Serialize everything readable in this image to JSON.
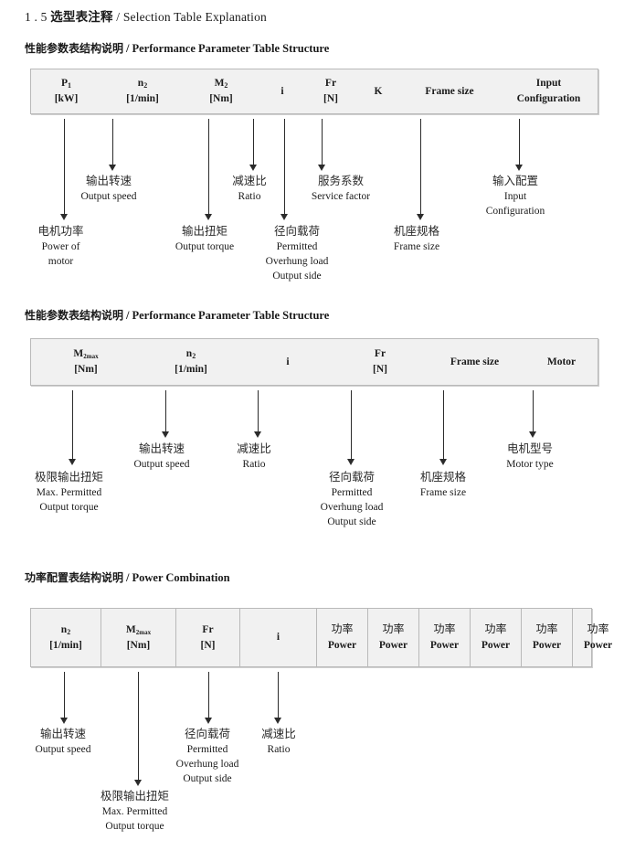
{
  "page": {
    "title_number": "1 . 5",
    "title_cn": "选型表注释",
    "title_sep": "/",
    "title_en": "Selection Table Explanation"
  },
  "sections": [
    {
      "heading_cn": "性能参数表结构说明",
      "heading_sep": "/",
      "heading_en": "Performance Parameter Table Structure",
      "columns": [
        {
          "line1": "P",
          "sub1": "1",
          "line2": "[kW]"
        },
        {
          "line1": "n",
          "sub1": "2",
          "line2": "[1/min]"
        },
        {
          "line1": "M",
          "sub1": "2",
          "line2": "[Nm]"
        },
        {
          "line1": "i",
          "sub1": "",
          "line2": ""
        },
        {
          "line1": "Fr",
          "sub1": "",
          "line2": "[N]"
        },
        {
          "line1": "K",
          "sub1": "",
          "line2": ""
        },
        {
          "line1": "Frame size",
          "sub1": "",
          "line2": ""
        },
        {
          "line1": "Input",
          "sub1": "",
          "line2": "Configuration"
        }
      ],
      "annotations": [
        {
          "cn": "电机功率",
          "en": [
            "Power of",
            "motor"
          ]
        },
        {
          "cn": "输出转速",
          "en": [
            "Output speed"
          ]
        },
        {
          "cn": "输出扭矩",
          "en": [
            "Output torque"
          ]
        },
        {
          "cn": "减速比",
          "en": [
            "Ratio"
          ]
        },
        {
          "cn": "径向载荷",
          "en": [
            "Permitted",
            "Overhung load",
            "Output side"
          ]
        },
        {
          "cn": "服务系数",
          "en": [
            "Service factor"
          ]
        },
        {
          "cn": "机座规格",
          "en": [
            "Frame size"
          ]
        },
        {
          "cn": "输入配置",
          "en": [
            "Input",
            "Configuration"
          ]
        }
      ]
    },
    {
      "heading_cn": "性能参数表结构说明",
      "heading_sep": "/",
      "heading_en": "Performance Parameter Table Structure",
      "columns": [
        {
          "line1": "M",
          "sub1": "2max",
          "line2": "[Nm]"
        },
        {
          "line1": "n",
          "sub1": "2",
          "line2": "[1/min]"
        },
        {
          "line1": "i",
          "sub1": "",
          "line2": ""
        },
        {
          "line1": "Fr",
          "sub1": "",
          "line2": "[N]"
        },
        {
          "line1": "Frame size",
          "sub1": "",
          "line2": ""
        },
        {
          "line1": "Motor",
          "sub1": "",
          "line2": ""
        }
      ],
      "annotations": [
        {
          "cn": "极限输出扭矩",
          "en": [
            "Max. Permitted",
            "Output  torque"
          ]
        },
        {
          "cn": "输出转速",
          "en": [
            "Output speed"
          ]
        },
        {
          "cn": "减速比",
          "en": [
            "Ratio"
          ]
        },
        {
          "cn": "径向载荷",
          "en": [
            "Permitted",
            "Overhung load",
            "Output side"
          ]
        },
        {
          "cn": "机座规格",
          "en": [
            "Frame size"
          ]
        },
        {
          "cn": "电机型号",
          "en": [
            "Motor type"
          ]
        }
      ]
    },
    {
      "heading_cn": "功率配置表结构说明",
      "heading_sep": "/",
      "heading_en": "Power Combination",
      "columns": [
        {
          "line1": "n",
          "sub1": "2",
          "line2": "[1/min]"
        },
        {
          "line1": "M",
          "sub1": "2max",
          "line2": "[Nm]"
        },
        {
          "line1": "Fr",
          "sub1": "",
          "line2": "[N]"
        },
        {
          "line1": "i",
          "sub1": "",
          "line2": ""
        },
        {
          "line1_cn": "功率",
          "line2": "Power"
        },
        {
          "line1_cn": "功率",
          "line2": "Power"
        },
        {
          "line1_cn": "功率",
          "line2": "Power"
        },
        {
          "line1_cn": "功率",
          "line2": "Power"
        },
        {
          "line1_cn": "功率",
          "line2": "Power"
        },
        {
          "line1_cn": "功率",
          "line2": "Power"
        }
      ],
      "annotations": [
        {
          "cn": "输出转速",
          "en": [
            "Output speed"
          ]
        },
        {
          "cn": "极限输出扭矩",
          "en": [
            "Max. Permitted",
            "Output  torque"
          ]
        },
        {
          "cn": "径向载荷",
          "en": [
            "Permitted",
            "Overhung load",
            "Output side"
          ]
        },
        {
          "cn": "减速比",
          "en": [
            "Ratio"
          ]
        }
      ]
    }
  ]
}
